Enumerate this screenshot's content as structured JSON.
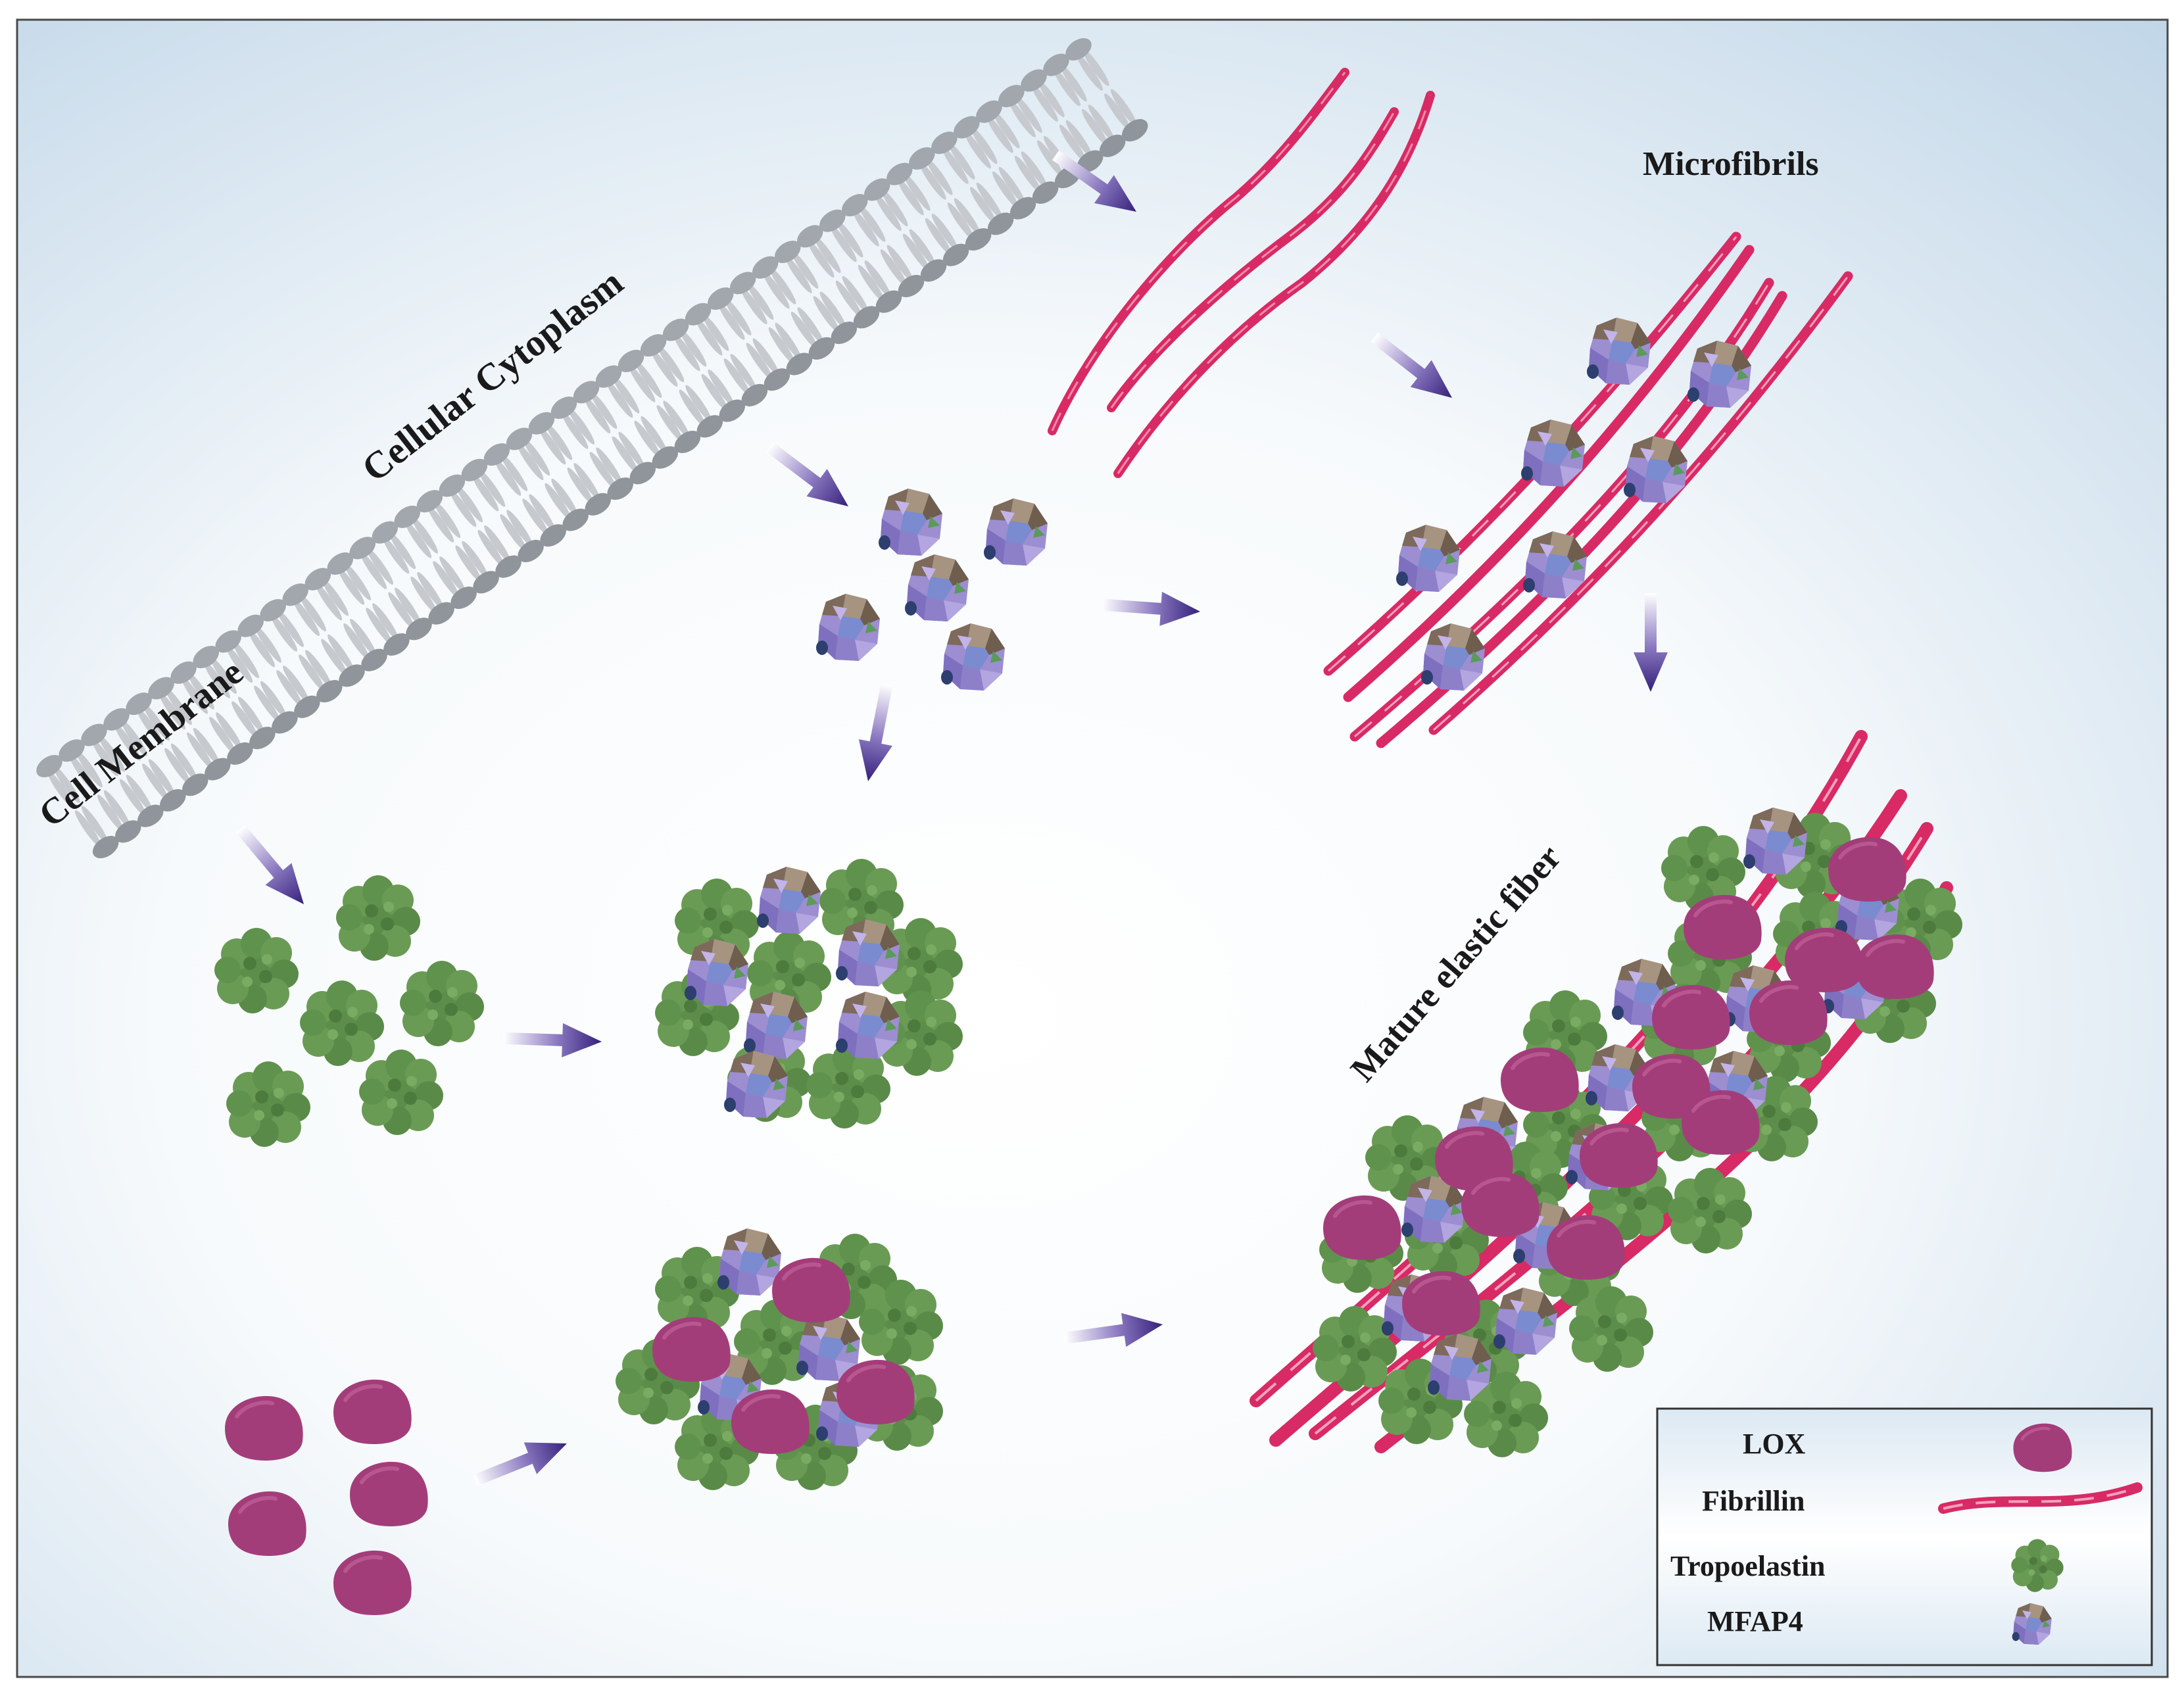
{
  "labels": {
    "cell_membrane": "Cell Membrane",
    "cellular_cytoplasm": "Cellular Cytoplasm",
    "microfibrils": "Microfibrils",
    "mature_elastic_fiber": "Mature elastic fiber"
  },
  "legend": {
    "items": [
      {
        "label": "LOX",
        "icon": "lox-icon"
      },
      {
        "label": "Fibrillin",
        "icon": "fibrillin-icon"
      },
      {
        "label": "Tropoelastin",
        "icon": "tropoelastin-icon"
      },
      {
        "label": "MFAP4",
        "icon": "mfap4-icon"
      }
    ]
  },
  "colors": {
    "fibrillin": "#e0306e",
    "lox": "#a03c78",
    "tropoelastin": "#5f8f4c",
    "mfap4": "#8f7fc8",
    "arrow": "#3f2a80",
    "membrane": "#9aa0a8"
  }
}
